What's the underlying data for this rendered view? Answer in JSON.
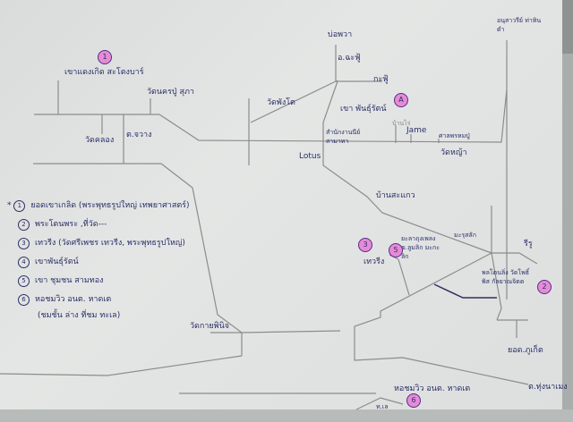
{
  "map": {
    "places": {
      "p1": "เขาแดงเกิด สะโตงบาร์",
      "wat_top": "วัดนครปู่ สุภา",
      "wat_khlong": "วัดคลอง",
      "t_chawang": "ต.จวาง",
      "bo_nam": "บ่อพวา",
      "pak_fu": "อ.ฉะฟู้",
      "ka_fu": "กะฟู้",
      "wat_right_top": "วัดพังโต",
      "khao_a": "เขา พันธุ์รัตน์",
      "office": "สำนักงานนีย์ สามาทา",
      "ban_rai": "บ้านไร่",
      "jame": "Jame",
      "saan": "ศาลพรหมปู่",
      "wat_ya": "วัดหญ้า",
      "lotus": "Lotus",
      "top_right": "อนุสาวรีย์ ท่าหินดำ",
      "ban_sakaeo": "บ้านสะแกว",
      "mu_rusak": "มะรุสลัก",
      "pin3_lbl": "เทวรีง",
      "pin5_lbl": "ยะลาถุงเพลง ข.ลูมลิก มะกะลิก",
      "ruu": "รีรู",
      "pin2_lbl": "พลโตนลิ่ง วัดโพธิ์พิส กัลยาณจิตต",
      "pak_phun": "ยอด.ภูเก็ต",
      "wat_lower": "วัดกายพินิจ",
      "bottom_lbl": "หอชมวิว อนต. หาดเต",
      "tha_le": "ท.เล",
      "bottom_right": "ต.ทุ่งนาเมง"
    },
    "pins": [
      "1",
      "A",
      "3",
      "5",
      "2",
      "6"
    ],
    "legend": [
      {
        "num": "1",
        "text": "ยอดเขาเกลิด (พระพุทธรูปใหญ่ เทพยาศาสตร์)"
      },
      {
        "num": "2",
        "text": "พระโตนพระ ,ที่วัด---"
      },
      {
        "num": "3",
        "text": "เทวรีง (วัดศรีเพชร เทวรีง, พระพุทธรูปใหญ่)"
      },
      {
        "num": "4",
        "text": "เขาพันธุ์รัตน์"
      },
      {
        "num": "5",
        "text": "เขา ชุมชน สามทอง"
      },
      {
        "num": "6",
        "text": "หอชมวิว อนต. หาดเต"
      },
      {
        "num": "",
        "text": "(ชมชั้น ล่าง ที่ชม ทะเล)"
      }
    ],
    "legend_mark": "*",
    "colors": {
      "road": "#8a8d8c",
      "ink": "#2a2f66",
      "highlight": "#e58bd6"
    }
  }
}
